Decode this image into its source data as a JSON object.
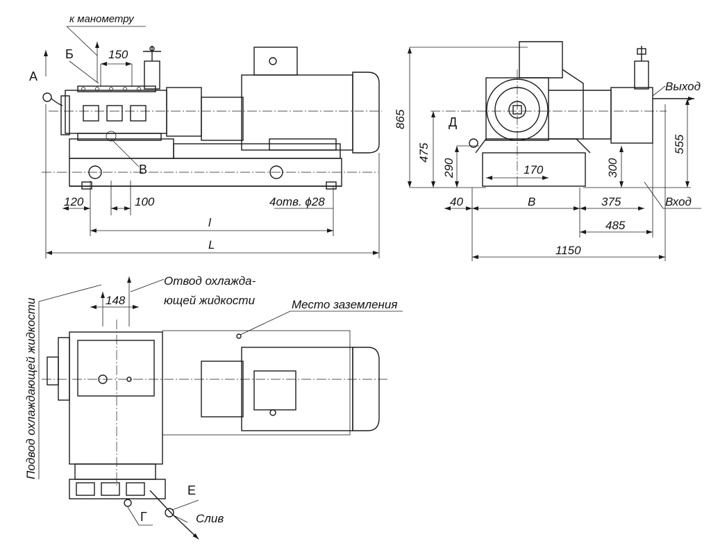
{
  "labels": {
    "to_gauge": "к манометру",
    "a": "А",
    "b": "Б",
    "v": "В",
    "d": "Д",
    "e": "Е",
    "g": "Г",
    "output": "Выход",
    "input": "Вход",
    "coolant_out_1": "Отвод охлажда-",
    "coolant_out_2": "ющей жидкости",
    "coolant_in": "Подвод охлаждающей жидкости",
    "ground": "Место заземления",
    "drain": "Слив"
  },
  "dimensions": {
    "d150": "150",
    "d120": "120",
    "d100": "100",
    "holes": "4отв. ϕ28",
    "l_small": "l",
    "l_big": "L",
    "d865": "865",
    "d475": "475",
    "d290": "290",
    "d170": "170",
    "d300": "300",
    "d555": "555",
    "d40": "40",
    "b": "B",
    "d375": "375",
    "d485": "485",
    "d1150": "1150",
    "d148": "148"
  }
}
